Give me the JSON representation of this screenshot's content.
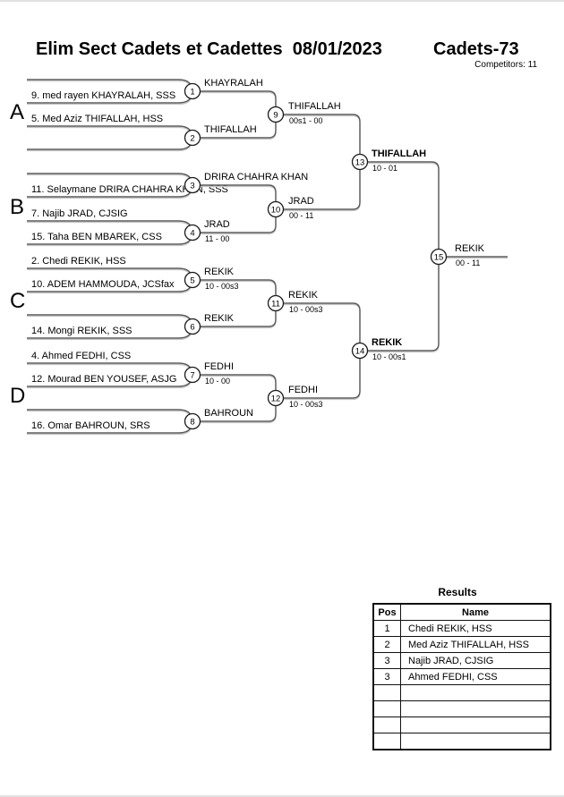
{
  "header": {
    "title": "Elim Sect Cadets et Cadettes  08/01/2023",
    "category": "Cadets-73",
    "competitors": "Competitors: 11"
  },
  "bracket": {
    "sections": [
      "A",
      "B",
      "C",
      "D"
    ],
    "slots": [
      "",
      "9. med rayen KHAYRALAH, SSS",
      "5. Med Aziz THIFALLAH, HSS",
      "",
      "",
      "11. Selaymane DRIRA CHAHRA KHAN, SSS",
      "7. Najib JRAD, CJSIG",
      "15. Taha BEN MBAREK, CSS",
      "2. Chedi REKIK, HSS",
      "10. ADEM HAMMOUDA, JCSfax",
      "",
      "14. Mongi REKIK, SSS",
      "4. Ahmed FEDHI, CSS",
      "12. Mourad BEN YOUSEF, ASJG",
      "",
      "16. Omar BAHROUN, SRS"
    ],
    "matches": [
      {
        "n": "1",
        "winner": "KHAYRALAH",
        "score": "",
        "bold": false
      },
      {
        "n": "2",
        "winner": "THIFALLAH",
        "score": "",
        "bold": false
      },
      {
        "n": "3",
        "winner": "DRIRA CHAHRA KHAN",
        "score": "",
        "bold": false
      },
      {
        "n": "4",
        "winner": "JRAD",
        "score": "11 - 00",
        "bold": false
      },
      {
        "n": "5",
        "winner": "REKIK",
        "score": "10 - 00s3",
        "bold": false
      },
      {
        "n": "6",
        "winner": "REKIK",
        "score": "",
        "bold": false
      },
      {
        "n": "7",
        "winner": "FEDHI",
        "score": "10 - 00",
        "bold": false
      },
      {
        "n": "8",
        "winner": "BAHROUN",
        "score": "",
        "bold": false
      },
      {
        "n": "9",
        "winner": "THIFALLAH",
        "score": "00s1 - 00",
        "bold": false
      },
      {
        "n": "10",
        "winner": "JRAD",
        "score": "00 - 11",
        "bold": false
      },
      {
        "n": "11",
        "winner": "REKIK",
        "score": "10 - 00s3",
        "bold": false
      },
      {
        "n": "12",
        "winner": "FEDHI",
        "score": "10 - 00s3",
        "bold": false
      },
      {
        "n": "13",
        "winner": "THIFALLAH",
        "score": "10 - 01",
        "bold": true
      },
      {
        "n": "14",
        "winner": "REKIK",
        "score": "10 - 00s1",
        "bold": true
      },
      {
        "n": "15",
        "winner": "REKIK",
        "score": "00 - 11",
        "bold": false
      }
    ]
  },
  "results": {
    "title": "Results",
    "columns": [
      "Pos",
      "Name"
    ],
    "rows": [
      {
        "pos": "1",
        "name": "Chedi REKIK, HSS"
      },
      {
        "pos": "2",
        "name": "Med Aziz THIFALLAH, HSS"
      },
      {
        "pos": "3",
        "name": "Najib JRAD, CJSIG"
      },
      {
        "pos": "3",
        "name": "Ahmed FEDHI, CSS"
      },
      {
        "pos": "",
        "name": ""
      },
      {
        "pos": "",
        "name": ""
      },
      {
        "pos": "",
        "name": ""
      },
      {
        "pos": "",
        "name": ""
      }
    ]
  }
}
